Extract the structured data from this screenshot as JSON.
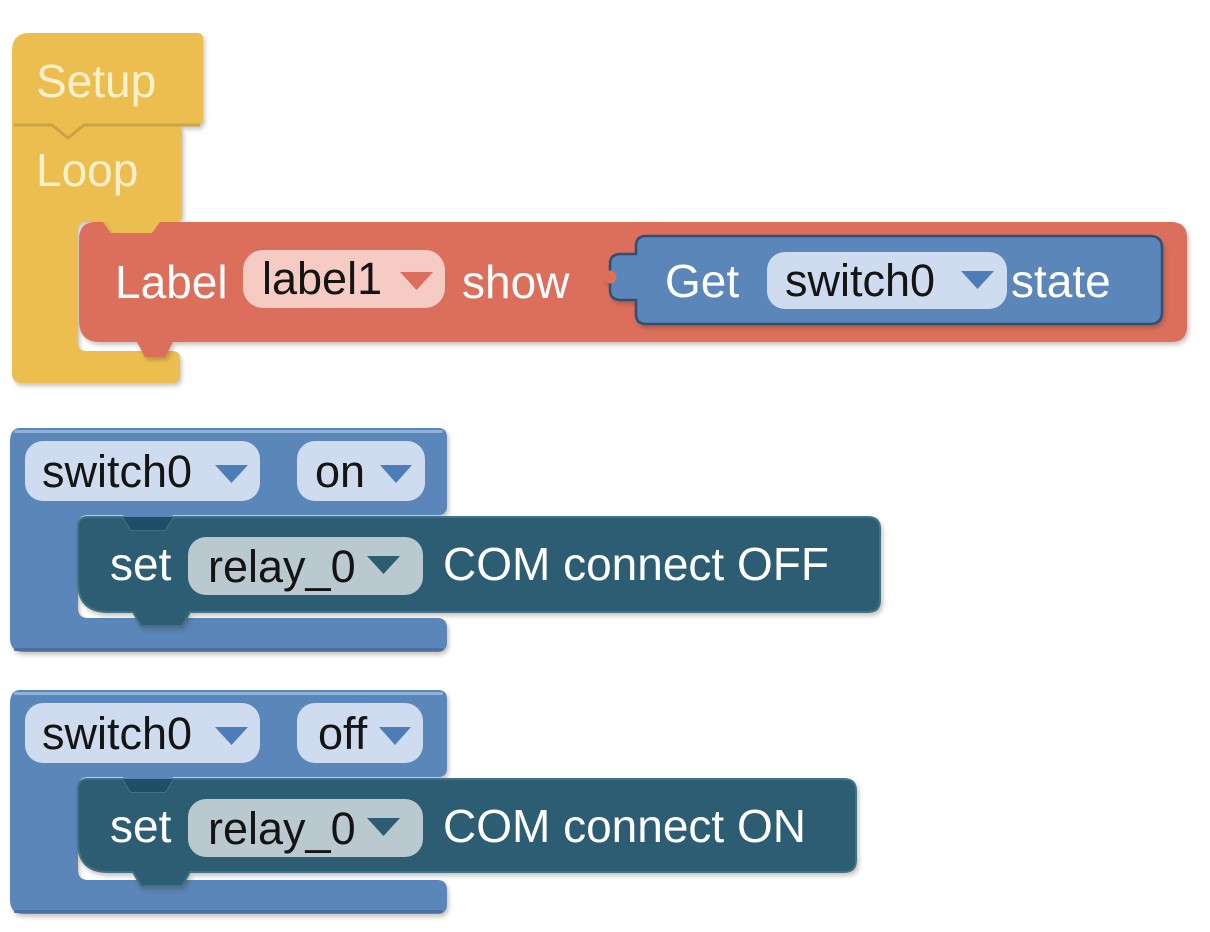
{
  "colors": {
    "workspace_bg": "#FFFFFF",
    "yellow": "#ECBE4F",
    "yellow_text": "#FBF0CC",
    "red": "#DC6F5C",
    "red_pill": "#F6CBC3",
    "blue": "#5B86B9",
    "blue_pill": "#CFDCEF",
    "blue_arrow": "#4D7DB9",
    "blue_highlight": "#8FB2D8",
    "blue_shade": "#4A6FA0",
    "teal": "#2D5D73",
    "teal_pill": "#B9C9CF",
    "teal_notch": "#1F4E69",
    "white_text": "#FFFFFF",
    "pill_text": "#141414"
  },
  "blocks": {
    "setup": {
      "label": "Setup"
    },
    "loop": {
      "label": "Loop"
    },
    "label_show": {
      "prefix": "Label",
      "dropdown_value": "label1",
      "suffix": "show"
    },
    "get_state": {
      "prefix": "Get",
      "dropdown_value": "switch0",
      "suffix": "state"
    },
    "switch_on": {
      "switch_dropdown_value": "switch0",
      "event_dropdown_value": "on"
    },
    "set_relay_off": {
      "prefix": "set",
      "dropdown_value": "relay_0",
      "suffix": "COM connect OFF"
    },
    "switch_off": {
      "switch_dropdown_value": "switch0",
      "event_dropdown_value": "off"
    },
    "set_relay_on": {
      "prefix": "set",
      "dropdown_value": "relay_0",
      "suffix": "COM connect ON"
    }
  }
}
